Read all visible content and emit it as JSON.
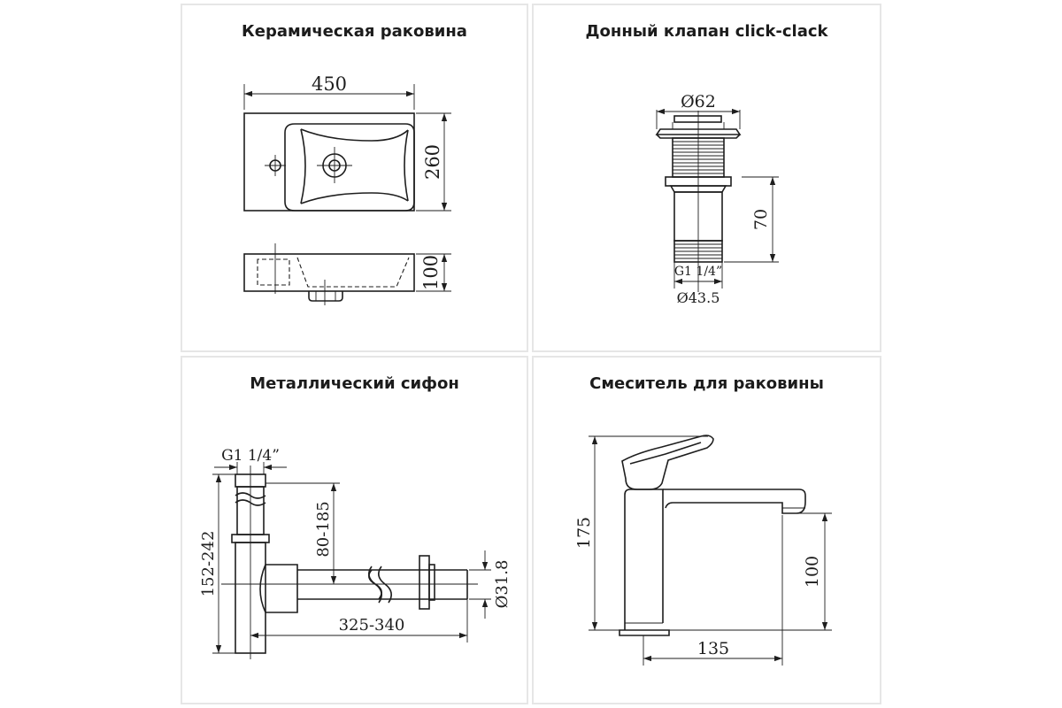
{
  "panels": {
    "basin": {
      "title": "Керамическая раковина",
      "dims": {
        "width": "450",
        "depth": "260",
        "height": "100"
      }
    },
    "valve": {
      "title": "Донный клапан click-clack",
      "dims": {
        "cap_diameter": "Ø62",
        "height": "70",
        "thread": "G1 1/4”",
        "body_diameter": "Ø43.5"
      }
    },
    "siphon": {
      "title": "Металлический сифон",
      "dims": {
        "thread": "G1 1/4”",
        "total_height": "152-242",
        "inlet_height": "80-185",
        "length": "325-340",
        "outlet_diameter": "Ø31.8"
      }
    },
    "faucet": {
      "title": "Смеситель для раковины",
      "dims": {
        "height": "175",
        "spout_height": "100",
        "reach": "135"
      }
    }
  }
}
